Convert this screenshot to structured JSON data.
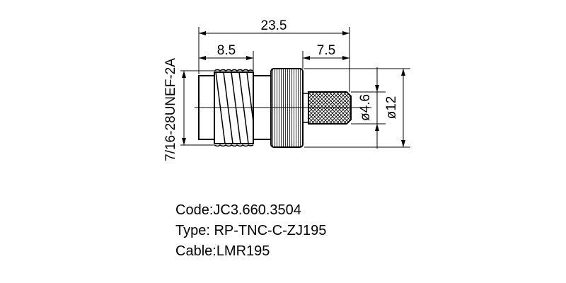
{
  "drawing": {
    "dimensions": {
      "overall_length": "23.5",
      "thread_length": "8.5",
      "crimp_length": "7.5",
      "thread_spec": "7/16-28UNEF-2A",
      "crimp_diameter": "ø4.6",
      "nut_diameter": "ø12"
    }
  },
  "info": {
    "code": "Code:JC3.660.3504",
    "type": "Type: RP-TNC-C-ZJ195",
    "cable": "Cable:LMR195"
  }
}
